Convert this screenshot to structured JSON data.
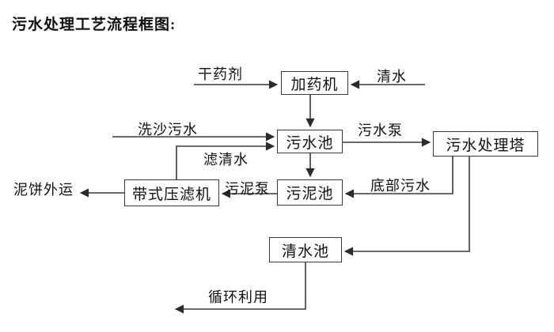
{
  "title": "污水处理工艺流程框图:",
  "colors": {
    "background": "#ffffff",
    "line": "#3a3a3a",
    "text": "#111111"
  },
  "boxes": [
    {
      "id": "dosing-machine",
      "label": "加药机"
    },
    {
      "id": "sewage-pool",
      "label": "污水池"
    },
    {
      "id": "sewage-treatment-tower",
      "label": "污水处理塔"
    },
    {
      "id": "belt-filter-press",
      "label": "带式压滤机"
    },
    {
      "id": "sludge-pool",
      "label": "污泥池"
    },
    {
      "id": "clean-water-pool",
      "label": "清水池"
    }
  ],
  "flow_labels": [
    {
      "id": "dry-agent",
      "text": "干药剂"
    },
    {
      "id": "clear-water",
      "text": "清水"
    },
    {
      "id": "sand-washing-sewage",
      "text": "洗沙污水"
    },
    {
      "id": "filtered-clear-water",
      "text": "滤清水"
    },
    {
      "id": "sewage-pump",
      "text": "污水泵"
    },
    {
      "id": "bottom-sewage",
      "text": "底部污水"
    },
    {
      "id": "sludge-pump",
      "text": "污泥泵"
    },
    {
      "id": "mud-cake-out",
      "text": "泥饼外运"
    },
    {
      "id": "recycle-use",
      "text": "循环利用"
    }
  ],
  "connections": [
    {
      "from": "干药剂",
      "to": "加药机",
      "label": ""
    },
    {
      "from": "清水",
      "to": "加药机",
      "label": ""
    },
    {
      "from": "加药机",
      "to": "污水池",
      "label": ""
    },
    {
      "from": "洗沙污水",
      "to": "污水池",
      "label": ""
    },
    {
      "from": "带式压滤机",
      "to": "污水池",
      "label": "滤清水"
    },
    {
      "from": "污水池",
      "to": "污水处理塔",
      "label": "污水泵"
    },
    {
      "from": "污水池",
      "to": "污泥池",
      "label": ""
    },
    {
      "from": "污水处理塔",
      "to": "污泥池",
      "label": "底部污水"
    },
    {
      "from": "污泥池",
      "to": "带式压滤机",
      "label": "污泥泵"
    },
    {
      "from": "带式压滤机",
      "to": "泥饼外运",
      "label": ""
    },
    {
      "from": "污水处理塔",
      "to": "清水池",
      "label": ""
    },
    {
      "from": "清水池",
      "to": "循环利用",
      "label": ""
    }
  ]
}
